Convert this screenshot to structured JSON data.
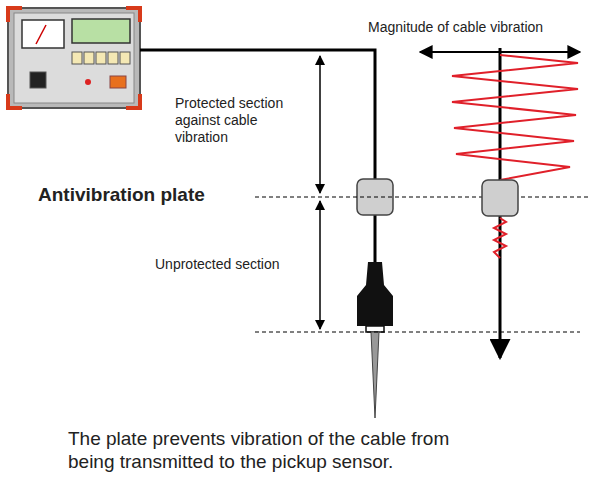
{
  "diagram": {
    "caption": "The plate prevents vibration of the cable from being transmitted to the pickup sensor.",
    "labels": [
      "Magnitude of cable vibration",
      "Protected section against cable vibration",
      "Antivibration plate",
      "Unprotected section"
    ]
  }
}
